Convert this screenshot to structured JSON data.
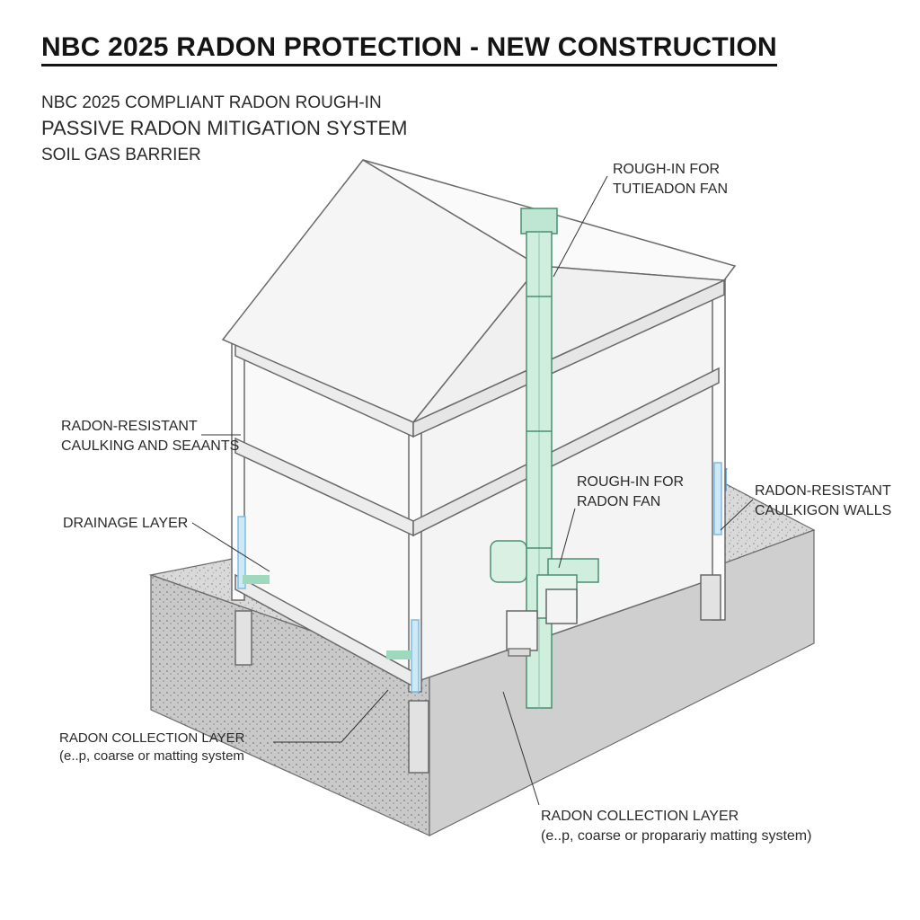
{
  "title": "NBC 2025 RADON PROTECTION - NEW CONSTRUCTION",
  "subtitle_lines": [
    "NBC 2025 COMPLIANT RADON ROUGH-IN",
    "PASSIVE RADON MITIGATION SYSTEM",
    "SOIL GAS BARRIER"
  ],
  "labels": {
    "fan_top": [
      "ROUGH-IN FOR",
      "TUTIEADON FAN"
    ],
    "caulking_left": [
      "RADON-RESISTANT",
      "CAULKING AND SEAANTS"
    ],
    "fan_mid": [
      "ROUGH-IN FOR",
      "RADON FAN"
    ],
    "walls_right": [
      "RADON-RESISTANT",
      "CAULKIGON WALLS"
    ],
    "drainage": [
      "DRAINAGE LAYER"
    ],
    "collection_left": [
      "RADON COLLECTION LAYER",
      "(e..p, coarse or matting system"
    ],
    "collection_bottom": [
      "RADON COLLECTION LAYER",
      "(e..p, coarse  or proparariy matting system)"
    ]
  },
  "colors": {
    "pipe": "#cfeedd",
    "pipe_stroke": "#4a8f72",
    "membrane": "#cde7f6",
    "membrane_edge": "#5aa7d8",
    "slab": "#dcdcdc",
    "frame": "#f6f6f6",
    "line": "#555555"
  }
}
